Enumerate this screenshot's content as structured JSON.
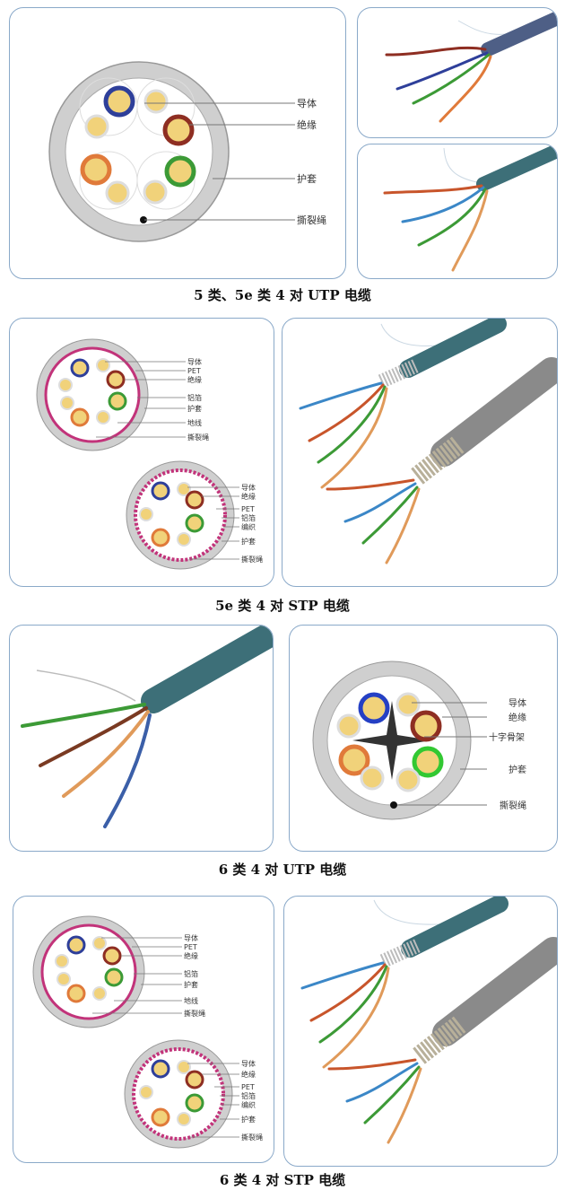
{
  "colors": {
    "border": "#8aa9c9",
    "jacket": "#cfcfcf",
    "foil": "#c2337a",
    "teal": "#3d6f78",
    "gray_cable": "#8a8a8a",
    "blue": "#2e3f9a",
    "brown": "#8e2e22",
    "green": "#3c9a36",
    "orange": "#e07a3a",
    "copper": "#f1d27a"
  },
  "sections": [
    {
      "caption": "5 类、5e 类 4 对 UTP 电缆",
      "diagrams": [
        {
          "labels": [
            "导体",
            "绝缘",
            "护套",
            "撕裂绳"
          ]
        }
      ]
    },
    {
      "caption": "5e 类 4 对 STP 电缆",
      "diagrams": [
        {
          "labels": [
            "导体",
            "PET",
            "绝缘",
            "铝箔",
            "护套",
            "地线",
            "撕裂绳"
          ]
        },
        {
          "labels": [
            "导体",
            "绝缘",
            "PET",
            "铝箔",
            "编织",
            "护套",
            "撕裂绳"
          ]
        }
      ]
    },
    {
      "caption": "6 类 4 对 UTP 电缆",
      "diagrams": [
        {
          "labels": [
            "导体",
            "绝缘",
            "十字骨架",
            "护套",
            "撕裂绳"
          ]
        }
      ]
    },
    {
      "caption": "6 类 4 对 STP 电缆",
      "diagrams": [
        {
          "labels": [
            "导体",
            "PET",
            "绝缘",
            "铝箔",
            "护套",
            "地线",
            "撕裂绳"
          ]
        },
        {
          "labels": [
            "导体",
            "绝缘",
            "PET",
            "铝箔",
            "编织",
            "护套",
            "撕裂绳"
          ]
        }
      ]
    }
  ]
}
